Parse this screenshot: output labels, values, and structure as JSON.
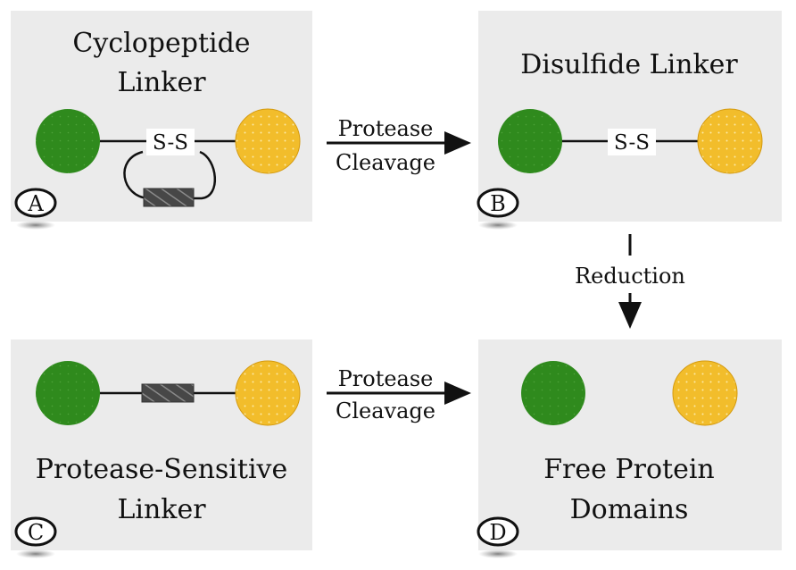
{
  "colors": {
    "panel": "#ebebeb",
    "green_domain": "#2f8a1d",
    "yellow_domain": "#f2bd2b",
    "linker": "#111111",
    "cleavage_site": "#555555"
  },
  "panels": {
    "a": {
      "title_lines": [
        "Cyclopeptide",
        "Linker"
      ],
      "ss_label": "S-S",
      "badge": "A"
    },
    "b": {
      "title_lines": [
        "Disulfide Linker"
      ],
      "ss_label": "S-S",
      "badge": "B"
    },
    "c": {
      "title_lines": [
        "Protease-Sensitive",
        "Linker"
      ],
      "badge": "C"
    },
    "d": {
      "title_lines": [
        "Free Protein",
        "Domains"
      ],
      "badge": "D"
    }
  },
  "arrows": {
    "a_to_b": {
      "label_lines": [
        "Protease",
        "Cleavage"
      ]
    },
    "b_to_d": {
      "label": "Reduction"
    },
    "c_to_d": {
      "label_lines": [
        "Protease",
        "Cleavage"
      ]
    }
  },
  "icons": {
    "domain_a": "green-circle",
    "domain_b": "yellow-dotted-circle",
    "cleavage_site": "hatched-rectangle"
  }
}
